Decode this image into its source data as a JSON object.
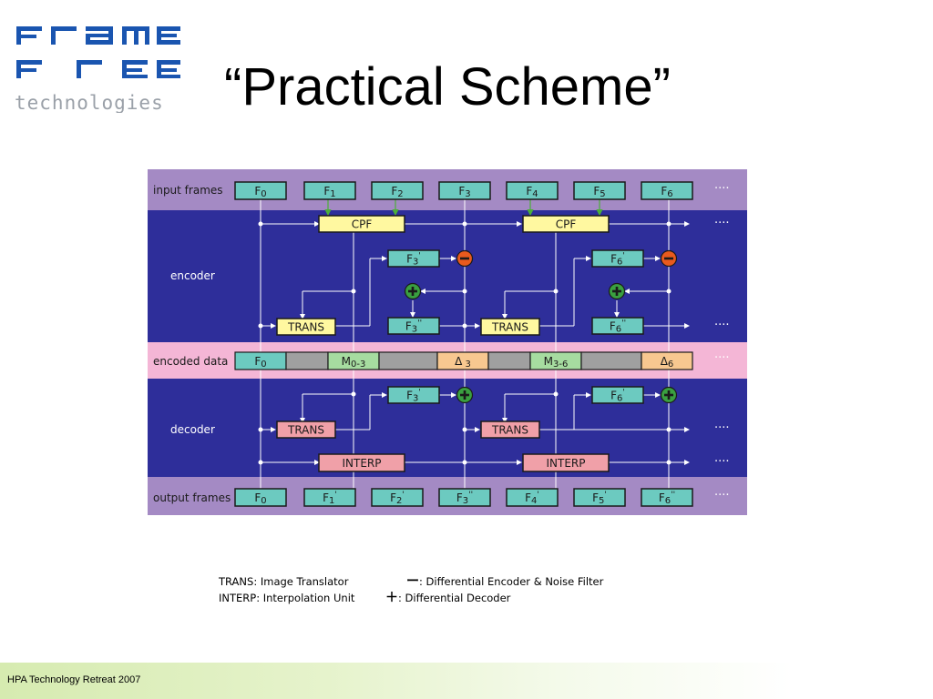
{
  "logo": {
    "line1": "FRAME",
    "line2": "FREE",
    "line3": "technologies"
  },
  "title": "“Practical Scheme”",
  "diagram": {
    "band_labels": {
      "input": "input frames",
      "encoder": "encoder",
      "encoded": "encoded data",
      "decoder": "decoder",
      "output": "output frames"
    },
    "ellipsis": "····",
    "input_frames": [
      {
        "base": "F",
        "sub": "0"
      },
      {
        "base": "F",
        "sub": "1"
      },
      {
        "base": "F",
        "sub": "2"
      },
      {
        "base": "F",
        "sub": "3"
      },
      {
        "base": "F",
        "sub": "4"
      },
      {
        "base": "F",
        "sub": "5"
      },
      {
        "base": "F",
        "sub": "6"
      }
    ],
    "output_frames": [
      {
        "base": "F",
        "sub": "0",
        "mark": ""
      },
      {
        "base": "F",
        "sub": "1",
        "mark": "'"
      },
      {
        "base": "F",
        "sub": "2",
        "mark": "'"
      },
      {
        "base": "F",
        "sub": "3",
        "mark": "''"
      },
      {
        "base": "F",
        "sub": "4",
        "mark": "'"
      },
      {
        "base": "F",
        "sub": "5",
        "mark": "'"
      },
      {
        "base": "F",
        "sub": "6",
        "mark": "''"
      }
    ],
    "cpf": [
      "CPF",
      "CPF"
    ],
    "trans": [
      "TRANS",
      "TRANS",
      "TRANS",
      "TRANS"
    ],
    "interp": [
      "INTERP",
      "INTERP"
    ],
    "enc_prime": [
      {
        "base": "F",
        "sub": "3",
        "mark": "'"
      },
      {
        "base": "F",
        "sub": "6",
        "mark": "'"
      }
    ],
    "enc_dprime": [
      {
        "base": "F",
        "sub": "3",
        "mark": "''"
      },
      {
        "base": "F",
        "sub": "6",
        "mark": "''"
      }
    ],
    "dec_prime": [
      {
        "base": "F",
        "sub": "3",
        "mark": "'"
      },
      {
        "base": "F",
        "sub": "6",
        "mark": "'"
      }
    ],
    "encoded_cells": [
      {
        "base": "F",
        "sub": "0"
      },
      {
        "base": "",
        "sub": ""
      },
      {
        "base": "M",
        "sub": "0-3"
      },
      {
        "base": "",
        "sub": ""
      },
      {
        "base": "Δ",
        "sub": " 3"
      },
      {
        "base": "",
        "sub": ""
      },
      {
        "base": "M",
        "sub": "3-6"
      },
      {
        "base": "",
        "sub": ""
      },
      {
        "base": "Δ",
        "sub": "6"
      }
    ],
    "colors": {
      "purple": "#a48ac4",
      "navy": "#2e2e9a",
      "pink_band": "#f4b6d6",
      "teal": "#6ccac0",
      "yellow": "#fff8a0",
      "red_box": "#f0a0a8",
      "green_cell": "#a6dca0",
      "orange_cell": "#f8c890",
      "gray_cell": "#a0a0a0",
      "minus": "#e85a1e",
      "plus": "#3aa040"
    }
  },
  "legend": {
    "trans": "TRANS: Image Translator",
    "interp": "INTERP: Interpolation Unit",
    "minus_sym": "ー",
    "minus_text": ": Differential Encoder & Noise Filter",
    "plus_sym": "＋",
    "plus_text": ": Differential Decoder"
  },
  "footer": "HPA Technology Retreat 2007"
}
